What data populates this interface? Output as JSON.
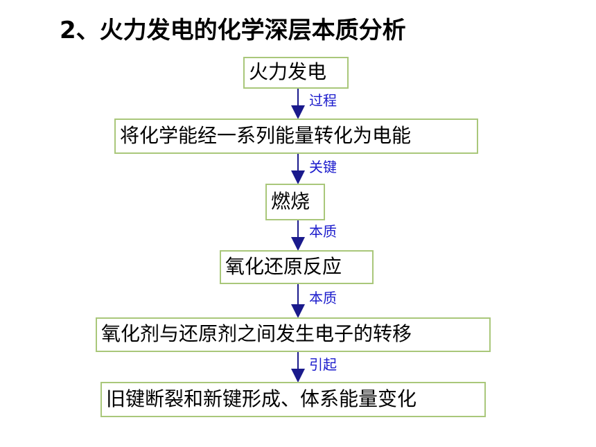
{
  "title": "2、火力发电的化学深层本质分析",
  "nodes": [
    "火力发电",
    "将化学能经一系列能量转化为电能",
    "燃烧",
    "氧化还原反应",
    "氧化剂与还原剂之间发生电子的转移",
    "旧键断裂和新键形成、体系能量变化"
  ],
  "edges": [
    "过程",
    "关键",
    "本质",
    "本质",
    "引起"
  ],
  "colors": {
    "box_border": "#a9c77a",
    "arrow": "#1a1a8c",
    "label": "#1a1acc"
  }
}
